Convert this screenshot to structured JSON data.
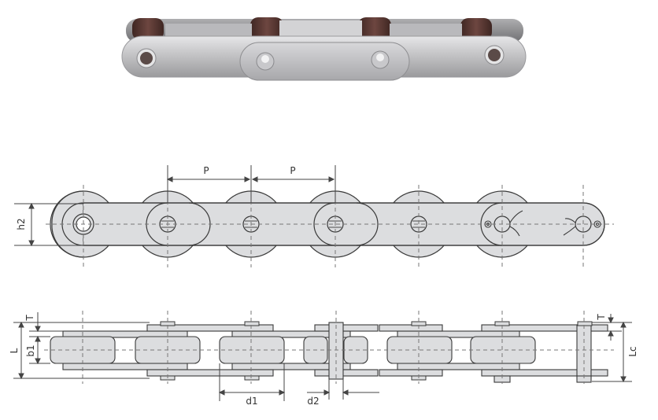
{
  "photo": {
    "label": "hollow-pin-conveyor-chain-photo",
    "colors": {
      "steel": "#c9c9cb",
      "steel_dark": "#8d8d90",
      "roller": "#5e3a34",
      "highlight": "#eeeeef"
    }
  },
  "side_view": {
    "dimensions": {
      "pitch_1": "P",
      "pitch_2": "P",
      "plate_height": "h2"
    }
  },
  "top_view": {
    "dimensions": {
      "thickness_left": "T",
      "overall_width": "L",
      "inner_width": "b1",
      "roller_diameter": "d1",
      "pin_diameter": "d2",
      "thickness_right": "T",
      "connecting_width": "Lc"
    }
  },
  "colors": {
    "fill": "#dcdddf",
    "stroke": "#3a3a3a",
    "dim_line": "#444444",
    "center_line": "#777777"
  }
}
